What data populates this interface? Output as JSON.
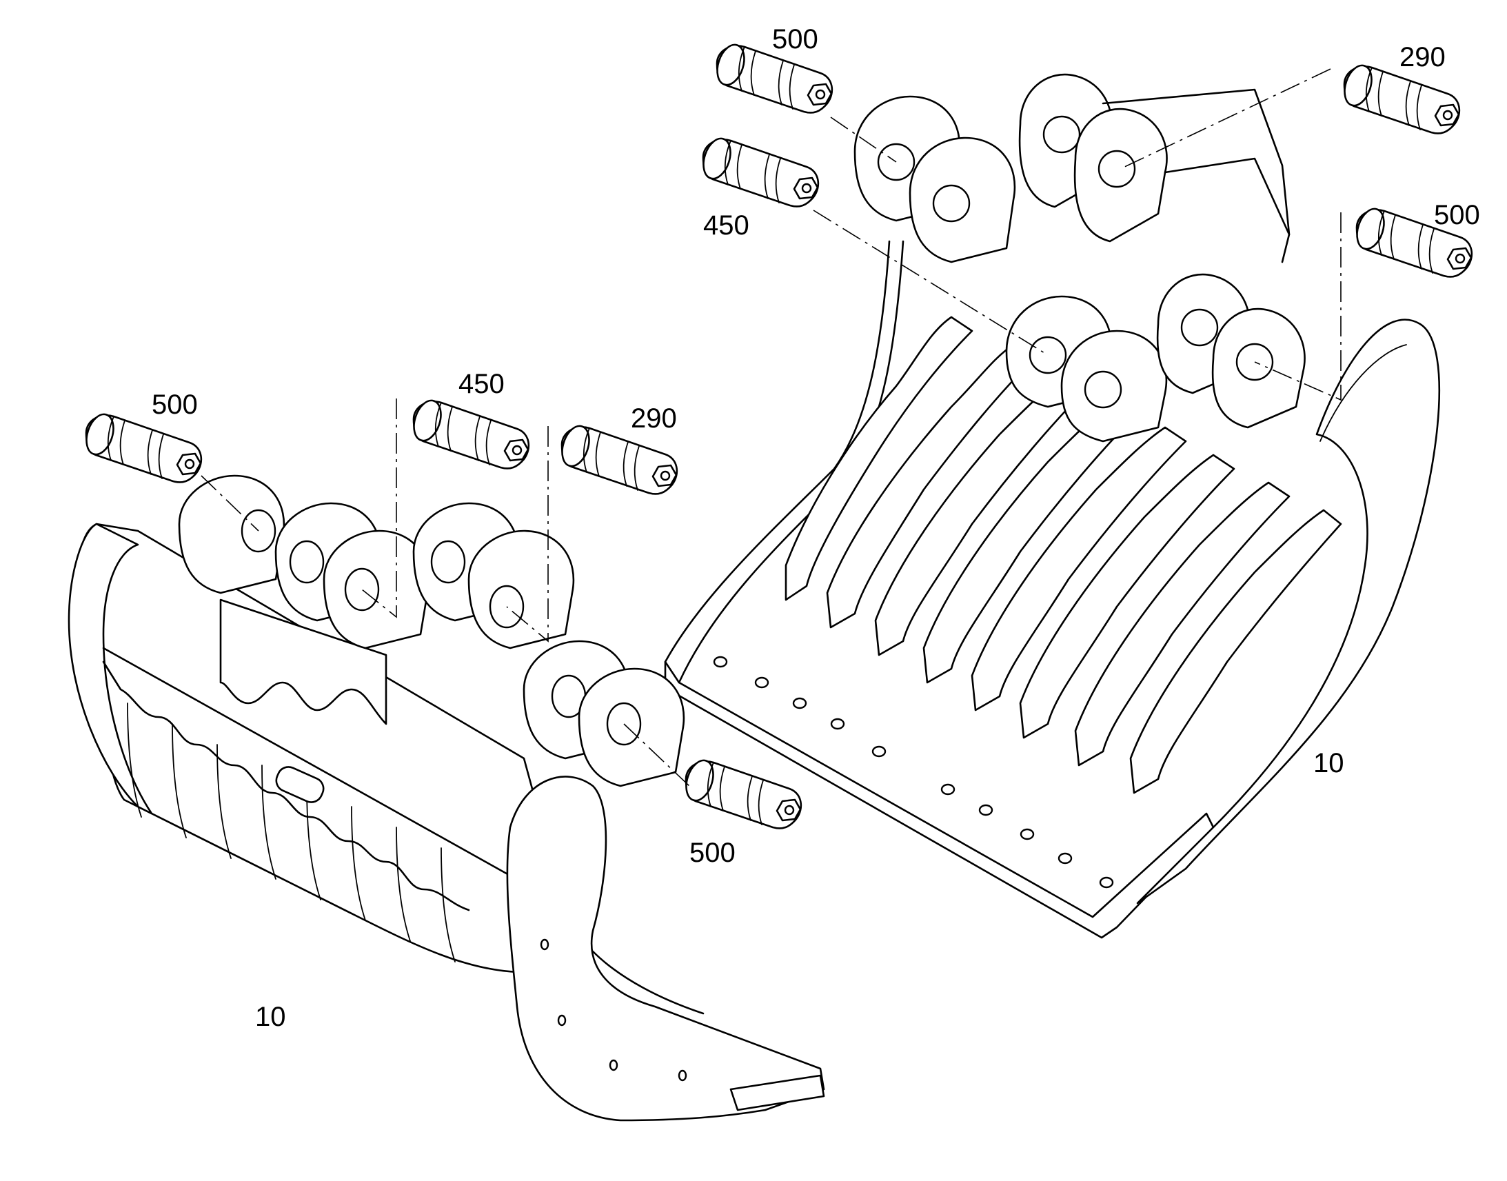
{
  "figure": {
    "callouts": {
      "top_left_pin": "500",
      "top_middle_pin": "450",
      "top_right_pin_upper": "290",
      "top_right_pin_lower": "500",
      "left_bucket_pin_500": "500",
      "left_bucket_pin_450": "450",
      "left_bucket_pin_290": "290",
      "left_bucket_pin_bottom": "500",
      "right_bucket_item": "10",
      "left_bucket_item": "10"
    },
    "colors": {
      "line": "#000000",
      "background": "#ffffff"
    },
    "parts": {
      "pin": "pin-with-hex-bolt",
      "grab_left": "skeleton-grab-bucket",
      "grab_right": "skeleton-grab-bucket"
    }
  }
}
